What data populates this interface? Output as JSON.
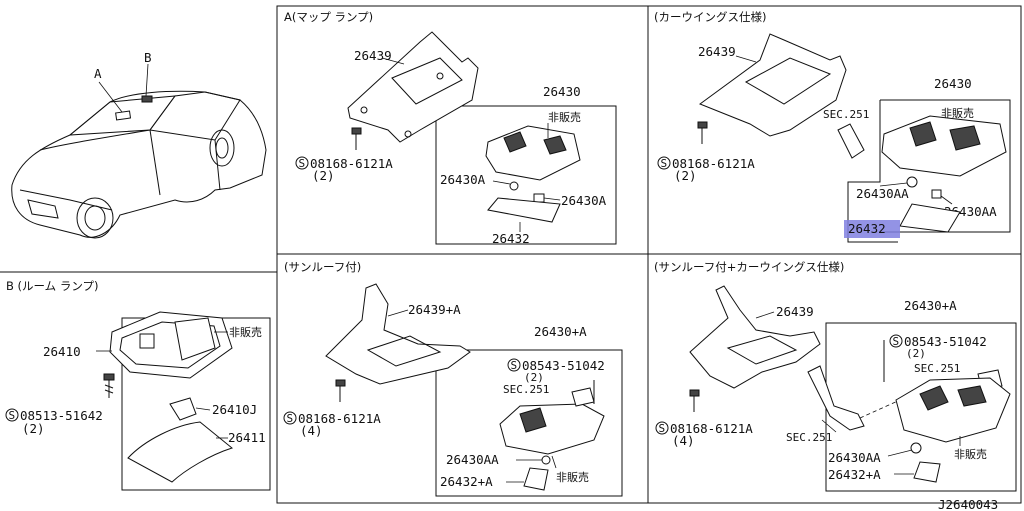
{
  "diagram_id": "J2640043",
  "car_labels": {
    "a": "A",
    "b": "B"
  },
  "panels": {
    "room_lamp": {
      "title": "B (ルーム ランプ)",
      "parts": {
        "lamp": "26410",
        "not_sold": "非販売",
        "screw": "08513-51642",
        "screw_qty": "(2)",
        "bulb": "26410J",
        "lens": "26411"
      }
    },
    "map_lamp": {
      "title": "A(マップ ランプ)",
      "parts": {
        "bracket": "26439",
        "screw": "08168-6121A",
        "screw_qty": "(2)",
        "assembly": "26430",
        "not_sold": "非販売",
        "bulb_left": "26430A",
        "bulb_right": "26430A",
        "lens": "26432"
      }
    },
    "wing_spec": {
      "title": "(カーウイングス仕様)",
      "parts": {
        "bracket": "26439",
        "screw": "08168-6121A",
        "screw_qty": "(2)",
        "assembly": "26430",
        "sec": "SEC.251",
        "not_sold": "非販売",
        "bulb_left": "26430AA",
        "bulb_right": "26430AA",
        "lens": "26432"
      }
    },
    "sunroof": {
      "title": "(サンルーフ付)",
      "parts": {
        "bracket": "26439+A",
        "screw": "08168-6121A",
        "screw_qty": "(4)",
        "assembly": "26430+A",
        "screw2": "08543-51042",
        "screw2_qty": "(2)",
        "sec": "SEC.251",
        "bulb": "26430AA",
        "lens": "26432+A",
        "not_sold": "非販売"
      }
    },
    "sunroof_wing": {
      "title": "(サンルーフ付+カーウイングス仕様)",
      "parts": {
        "bracket": "26439",
        "assembly": "26430+A",
        "screw2": "08543-51042",
        "screw2_qty": "(2)",
        "sec_top": "SEC.251",
        "screw": "08168-6121A",
        "screw_qty": "(4)",
        "sec_bottom": "SEC.251",
        "bulb": "26430AA",
        "lens": "26432+A",
        "not_sold": "非販売"
      }
    }
  },
  "highlight_color": "#8080e0"
}
